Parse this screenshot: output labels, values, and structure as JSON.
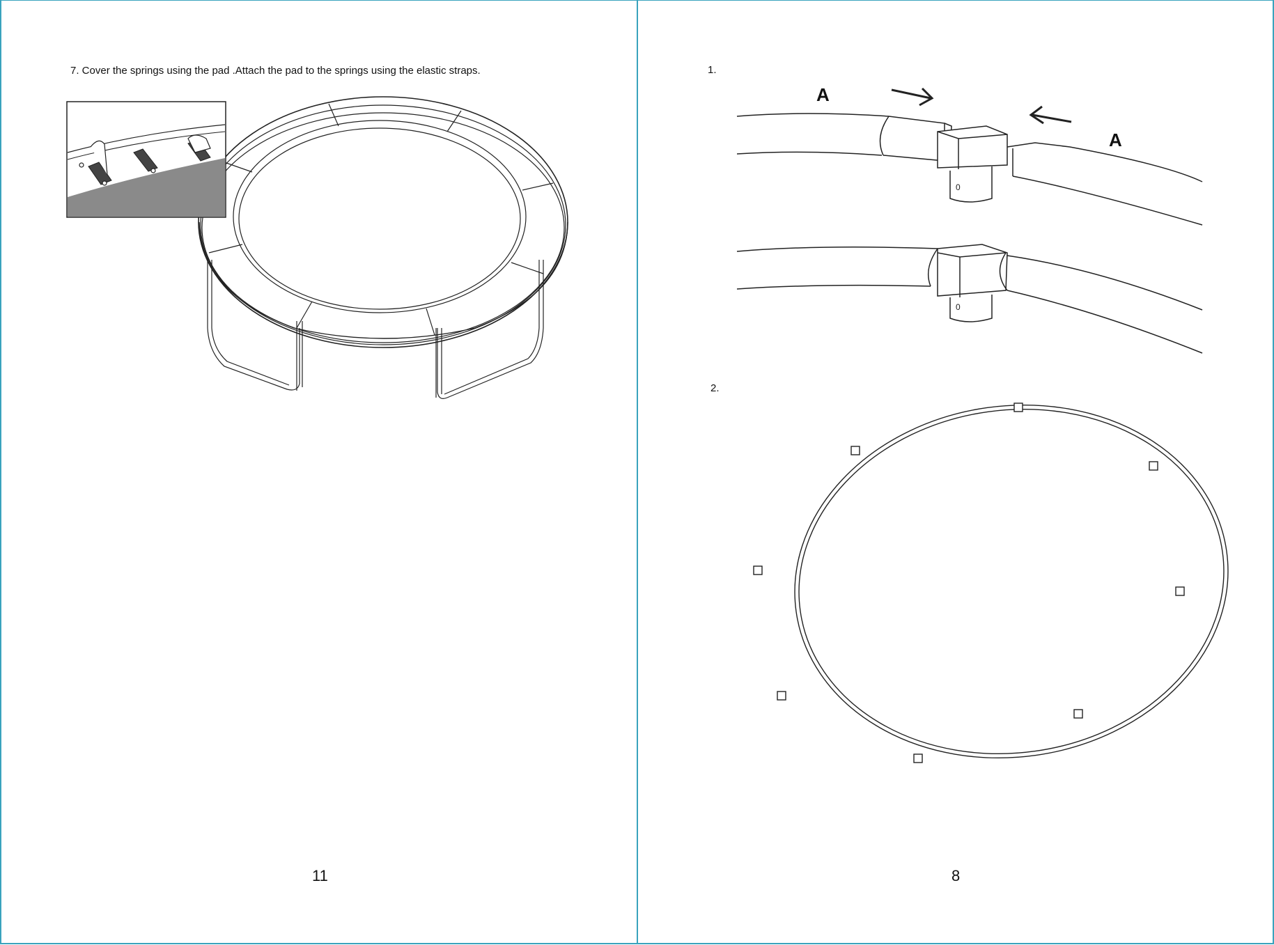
{
  "left_page": {
    "instruction": "7. Cover the springs using the pad .Attach the pad to the springs using the elastic straps.",
    "page_number": "11",
    "figure": "trampoline-pad-illustration"
  },
  "right_page": {
    "step1_label": "1.",
    "step1_part_label": "A",
    "step2_label": "2.",
    "page_number": "8",
    "figure1": "frame-tube-joint-illustration",
    "figure2": "frame-ring-illustration"
  },
  "colors": {
    "border": "#39a3bd",
    "line": "#222222",
    "fill_dark": "#8a8a8a"
  }
}
